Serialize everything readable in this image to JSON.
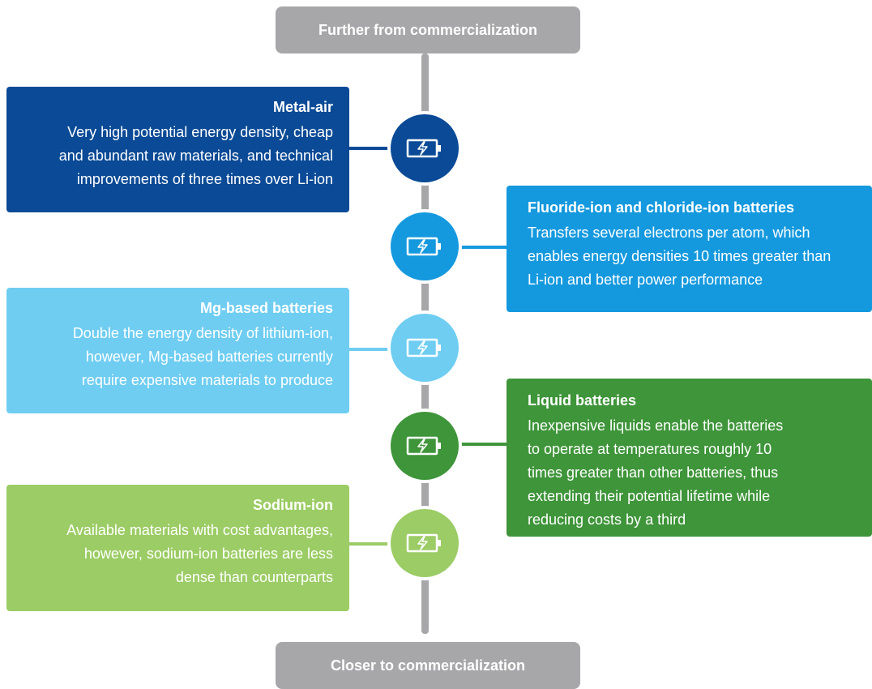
{
  "top_label": "Further from commercialization",
  "bottom_label": "Closer to commercialization",
  "icon": "battery-charging-icon",
  "colors": {
    "axis": "#a7a7a9",
    "metal_air": "#0a4a96",
    "fluoride": "#1599de",
    "mg": "#6fcdf2",
    "liquid": "#3f953a",
    "sodium": "#9ccc65"
  },
  "items": [
    {
      "title": "Metal-air",
      "desc": [
        "Very high potential energy density, cheap",
        "and abundant raw materials, and technical",
        "improvements of three times over Li-ion"
      ]
    },
    {
      "title": "Fluoride-ion and chloride-ion batteries",
      "desc": [
        "Transfers several electrons per atom, which",
        "enables energy densities 10 times greater than",
        "Li-ion and better power performance"
      ]
    },
    {
      "title": "Mg-based batteries",
      "desc": [
        "Double the energy density of lithium-ion,",
        "however, Mg-based batteries currently",
        "require expensive materials to produce"
      ]
    },
    {
      "title": "Liquid batteries",
      "desc": [
        "Inexpensive liquids enable the batteries",
        "to operate at temperatures roughly 10",
        "times greater than other batteries, thus",
        "extending their potential lifetime while",
        "reducing costs by a third"
      ]
    },
    {
      "title": "Sodium-ion",
      "desc": [
        "Available materials with cost  advantages,",
        "however, sodium-ion batteries are less",
        "dense than counterparts"
      ]
    }
  ]
}
